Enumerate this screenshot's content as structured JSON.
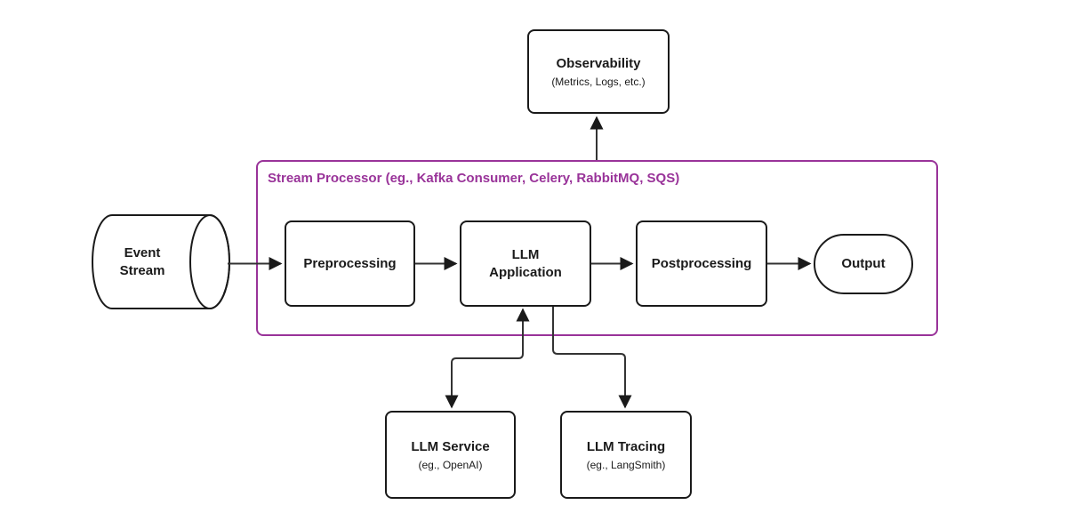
{
  "diagram": {
    "type": "flowchart",
    "colors": {
      "background": "#ffffff",
      "node_border": "#1a1a1a",
      "connector": "#333333",
      "arrowhead": "#1a1a1a",
      "accent": "#993399",
      "text": "#1a1a1a"
    },
    "nodes": {
      "event_stream": {
        "label": "Event\nStream",
        "shape": "horizontal-cylinder"
      },
      "stream_processor": {
        "label": "Stream Processor (eg., Kafka Consumer, Celery, RabbitMQ, SQS)",
        "shape": "container"
      },
      "preprocessing": {
        "label": "Preprocessing",
        "shape": "rect"
      },
      "llm_application": {
        "label": "LLM\nApplication",
        "shape": "rect"
      },
      "postprocessing": {
        "label": "Postprocessing",
        "shape": "rect"
      },
      "output": {
        "label": "Output",
        "shape": "stadium"
      },
      "observability": {
        "label": "Observability",
        "sublabel": "(Metrics, Logs, etc.)",
        "shape": "rect"
      },
      "llm_service": {
        "label": "LLM Service",
        "sublabel": "(eg., OpenAI)",
        "shape": "rect"
      },
      "llm_tracing": {
        "label": "LLM Tracing",
        "sublabel": "(eg., LangSmith)",
        "shape": "rect"
      }
    },
    "edges": [
      {
        "from": "event_stream",
        "to": "preprocessing",
        "direction": "forward"
      },
      {
        "from": "preprocessing",
        "to": "llm_application",
        "direction": "forward"
      },
      {
        "from": "llm_application",
        "to": "postprocessing",
        "direction": "forward"
      },
      {
        "from": "postprocessing",
        "to": "output",
        "direction": "forward"
      },
      {
        "from": "stream_processor",
        "to": "observability",
        "direction": "forward"
      },
      {
        "from": "llm_application",
        "to": "llm_service",
        "direction": "bidirectional"
      },
      {
        "from": "llm_application",
        "to": "llm_tracing",
        "direction": "forward"
      }
    ]
  }
}
